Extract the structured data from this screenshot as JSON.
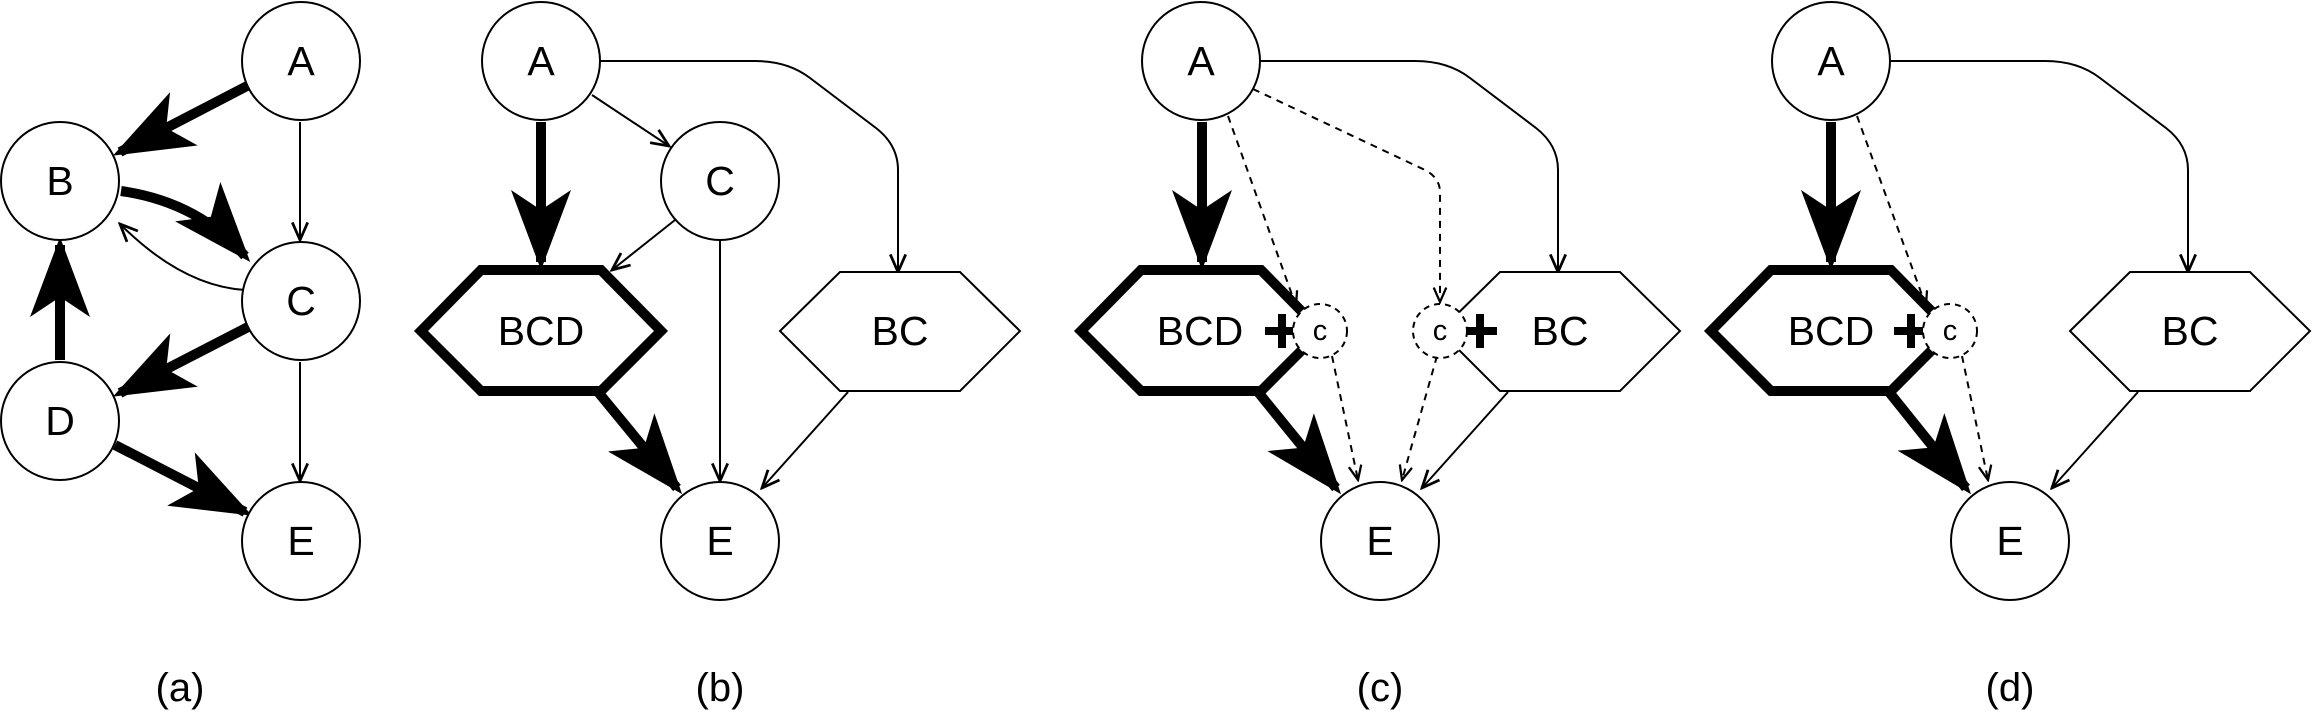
{
  "colors": {
    "stroke": "#000000",
    "fill": "#ffffff"
  },
  "panels": [
    {
      "id": "a",
      "caption": "(a)",
      "nodes": {
        "A": "A",
        "B": "B",
        "C": "C",
        "D": "D",
        "E": "E"
      }
    },
    {
      "id": "b",
      "caption": "(b)",
      "nodes": {
        "A": "A",
        "C": "C",
        "BCD": "BCD",
        "BC": "BC",
        "E": "E"
      }
    },
    {
      "id": "c",
      "caption": "(c)",
      "nodes": {
        "A": "A",
        "BCD": "BCD",
        "BC": "BC",
        "E": "E",
        "c_left": "c",
        "c_right": "c"
      }
    },
    {
      "id": "d",
      "caption": "(d)",
      "nodes": {
        "A": "A",
        "BCD": "BCD",
        "BC": "BC",
        "E": "E",
        "c_small": "c"
      }
    }
  ]
}
